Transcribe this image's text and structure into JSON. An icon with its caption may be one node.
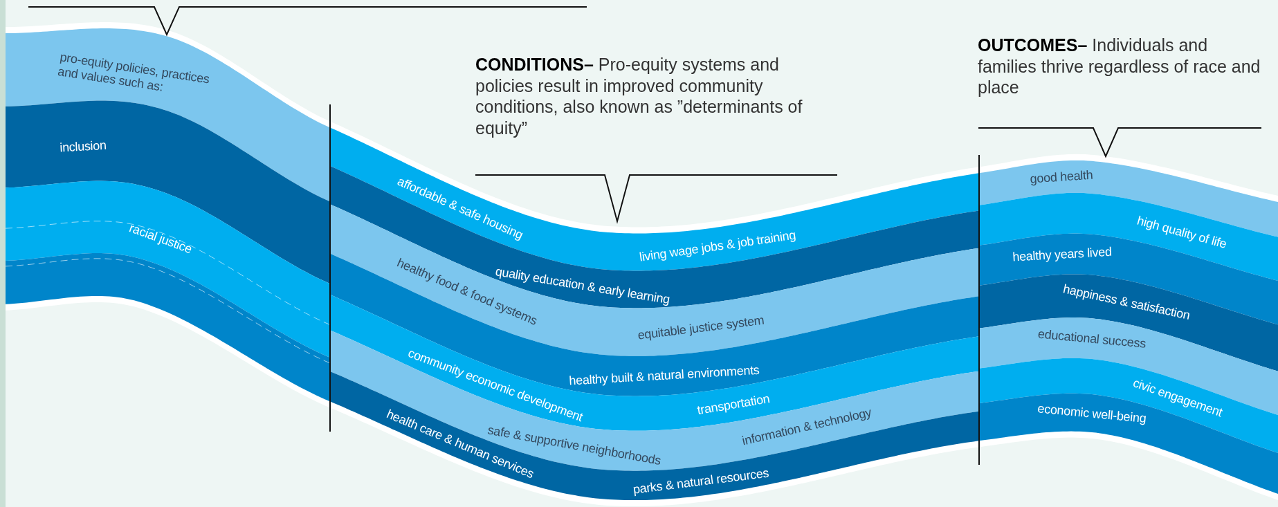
{
  "diagram": {
    "labels": [
      "pro-equity policies, practices and values such as:",
      "inclusion",
      "racial justice",
      "**CONDITIONS–** Pro-equity systems and policies result in improved community conditions, also known as ”determinants of equity”",
      "affordable & safe housing",
      "living wage jobs & job training",
      "quality education & early learning",
      "healthy food & food systems",
      "equitable justice system",
      "healthy built & natural environments",
      "community economic development",
      "transportation",
      "safe & supportive neighborhoods",
      "information & technology",
      "health care & human services",
      "parks & natural resources",
      "**OUTCOMES–** Individuals and families thrive regardless of race and place",
      "good health",
      "high quality of life",
      "healthy years lived",
      "happiness & satisfaction",
      "educational success",
      "civic engagement",
      "economic well-being"
    ]
  }
}
